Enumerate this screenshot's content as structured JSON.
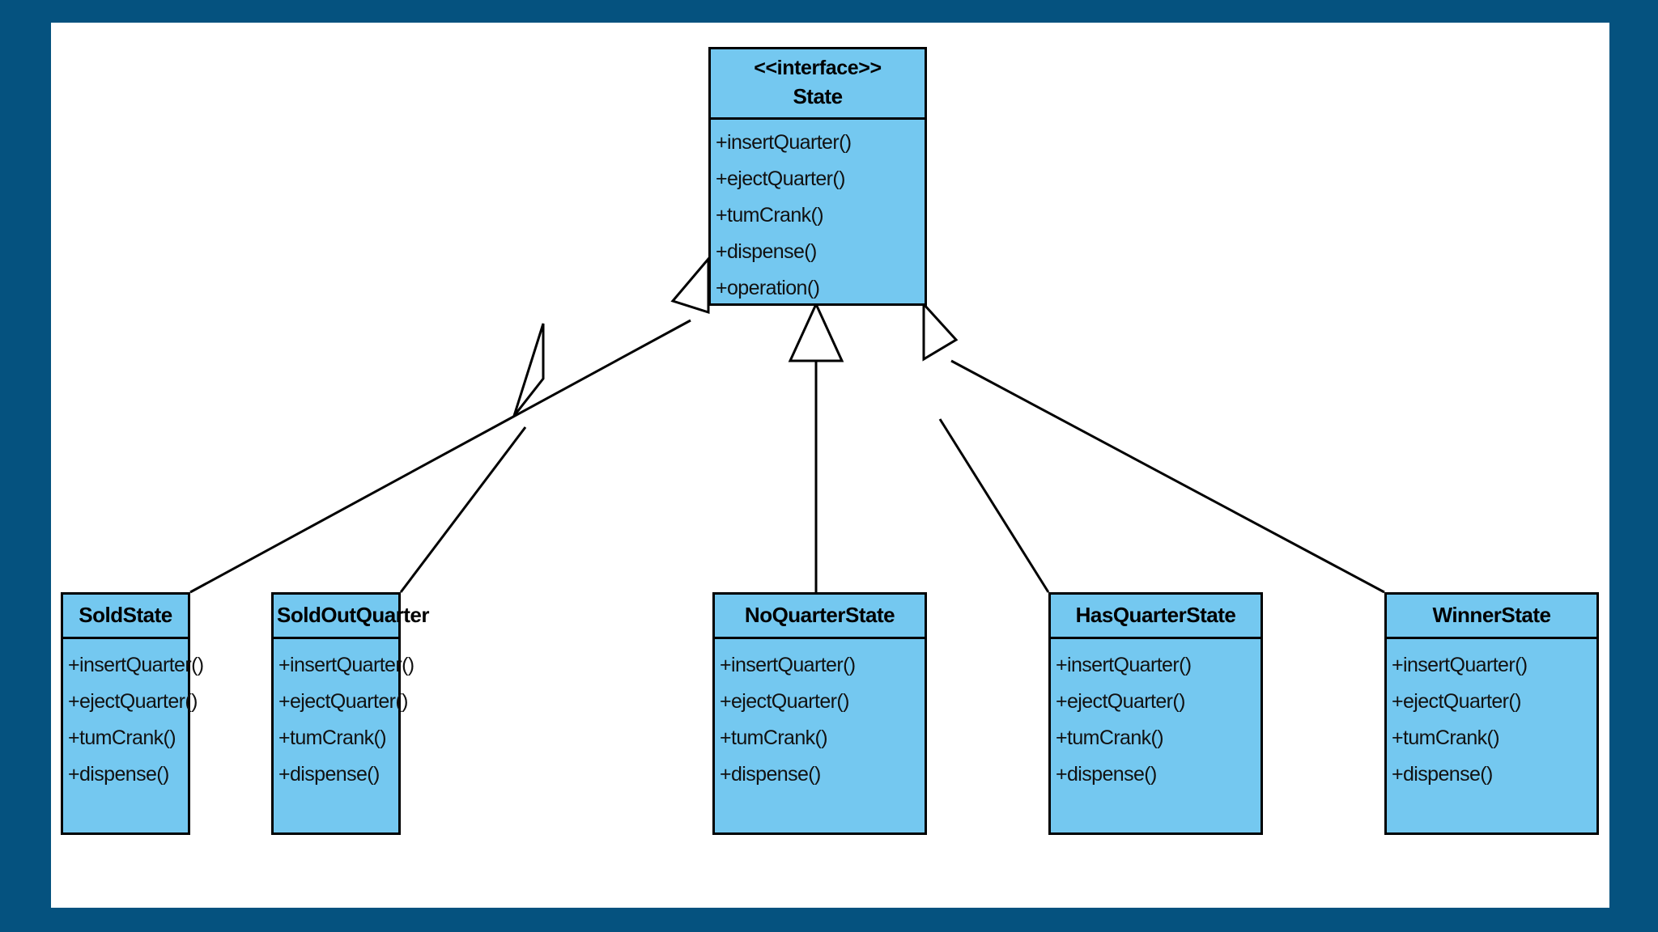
{
  "diagram": {
    "title": "State Pattern UML Class Diagram",
    "type": "uml-class-diagram",
    "colors": {
      "frame_background": "#05527f",
      "canvas_background": "#ffffff",
      "class_fill": "#74c8f0",
      "border": "#000000",
      "text": "#000000",
      "connector": "#000000"
    }
  },
  "interface": {
    "stereotype": "<<interface>>",
    "name": "State",
    "methods": [
      "+insertQuarter()",
      "+ejectQuarter()",
      "+tumCrank()",
      "+dispense()",
      "+operation()"
    ]
  },
  "subclasses": [
    {
      "name": "SoldState",
      "methods": [
        "+insertQuarter()",
        "+ejectQuarter()",
        "+tumCrank()",
        "+dispense()"
      ]
    },
    {
      "name": "SoldOutQuarter",
      "methods": [
        "+insertQuarter()",
        "+ejectQuarter()",
        "+tumCrank()",
        "+dispense()"
      ]
    },
    {
      "name": "NoQuarterState",
      "methods": [
        "+insertQuarter()",
        "+ejectQuarter()",
        "+tumCrank()",
        "+dispense()"
      ]
    },
    {
      "name": "HasQuarterState",
      "methods": [
        "+insertQuarter()",
        "+ejectQuarter()",
        "+tumCrank()",
        "+dispense()"
      ]
    },
    {
      "name": "WinnerState",
      "methods": [
        "+insertQuarter()",
        "+ejectQuarter()",
        "+tumCrank()",
        "+dispense()"
      ]
    }
  ],
  "relationships": [
    {
      "from": "SoldState",
      "to": "State",
      "type": "realization"
    },
    {
      "from": "SoldOutQuarter",
      "to": "State",
      "type": "realization"
    },
    {
      "from": "NoQuarterState",
      "to": "State",
      "type": "realization"
    },
    {
      "from": "HasQuarterState",
      "to": "State",
      "type": "realization"
    },
    {
      "from": "WinnerState",
      "to": "State",
      "type": "realization"
    }
  ]
}
